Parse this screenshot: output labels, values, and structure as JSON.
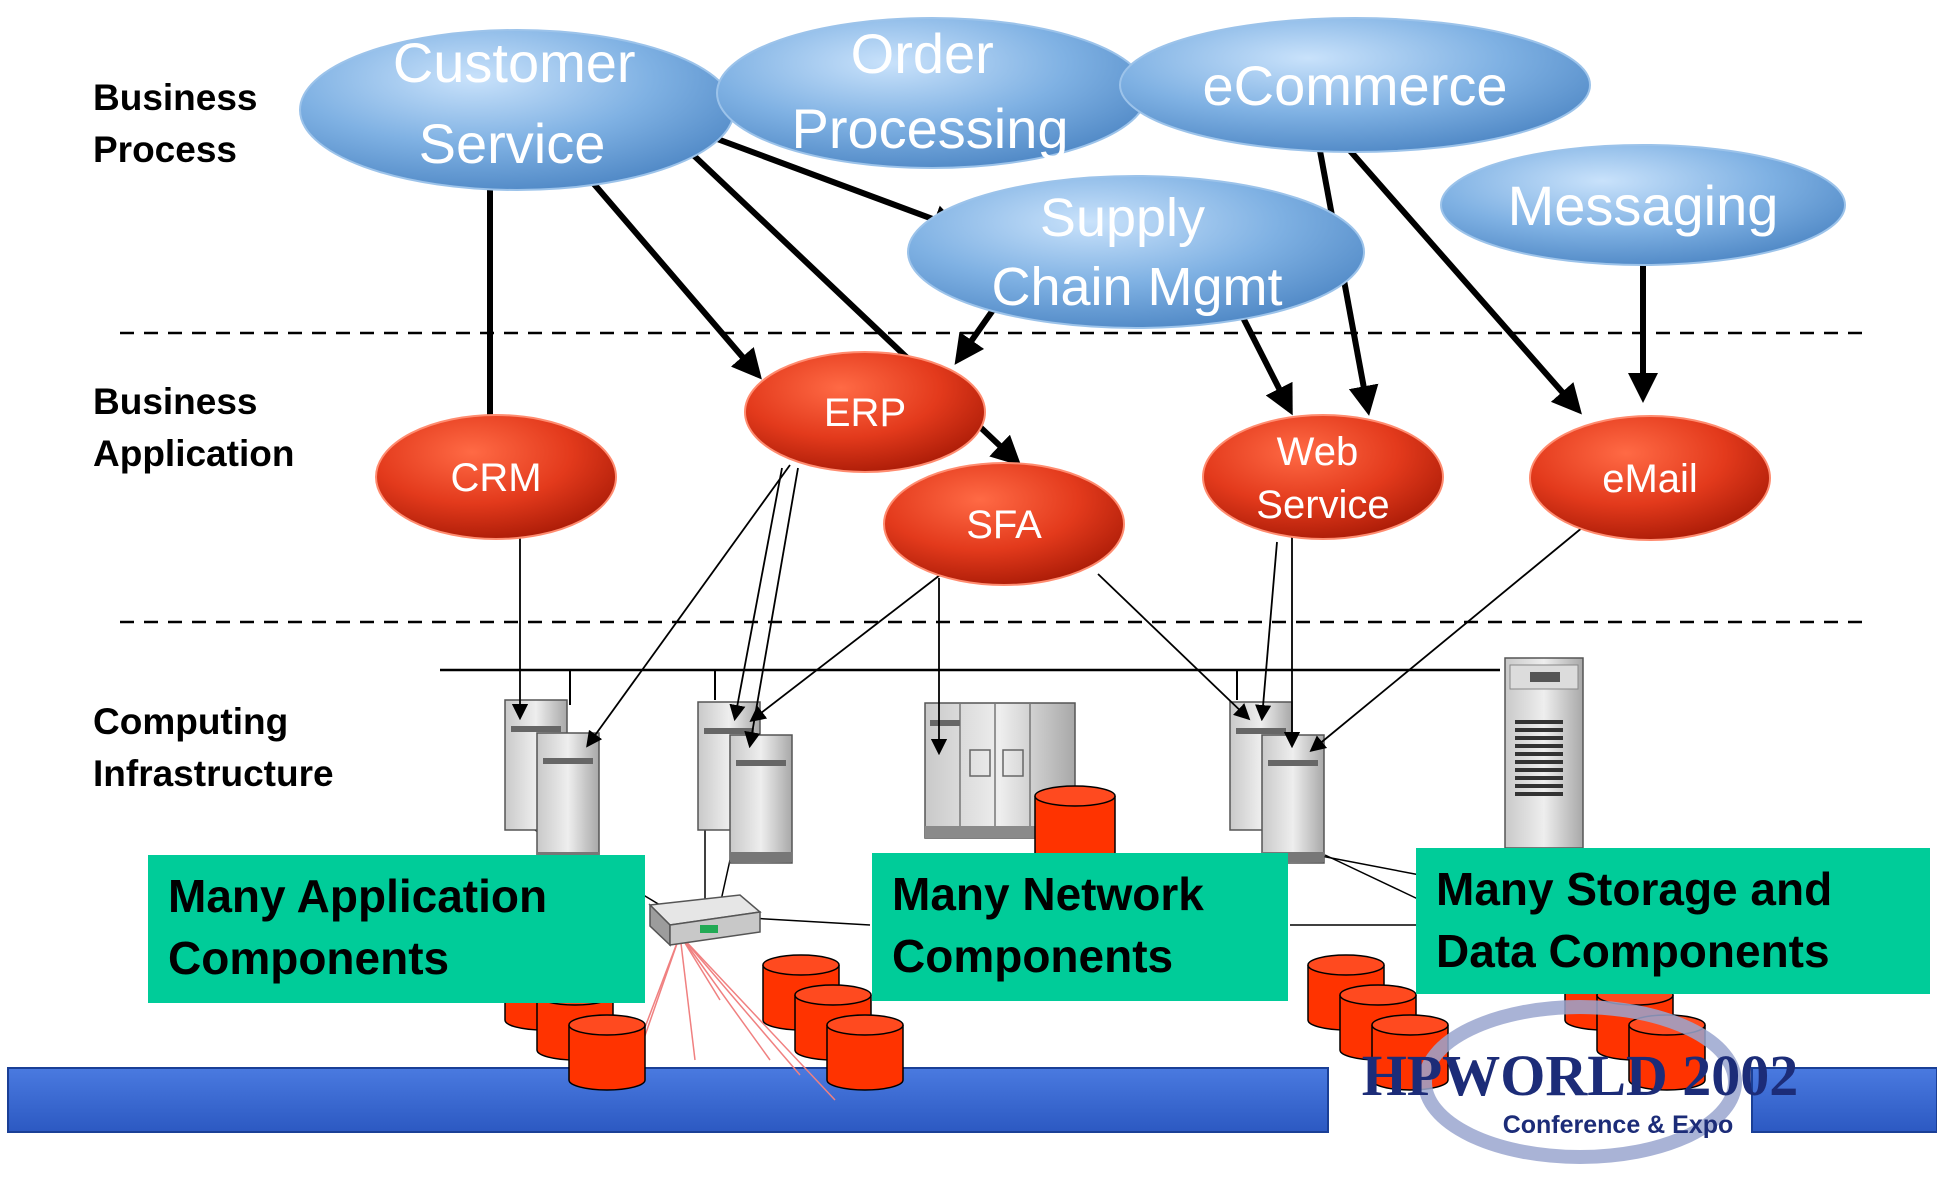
{
  "layers": {
    "business_process": "Business\nProcess",
    "business_application": "Business\nApplication",
    "computing_infrastructure": "Computing\nInfrastructure"
  },
  "processes": {
    "customer_service": [
      "Customer",
      "Service"
    ],
    "order_processing": [
      "Order",
      "Processing"
    ],
    "ecommerce": [
      "eCommerce"
    ],
    "supply_chain": [
      "Supply",
      "Chain Mgmt"
    ],
    "messaging": [
      "Messaging"
    ]
  },
  "applications": {
    "crm": [
      "CRM"
    ],
    "erp": [
      "ERP"
    ],
    "sfa": [
      "SFA"
    ],
    "web_service": [
      "Web",
      "Service"
    ],
    "email": [
      "eMail"
    ]
  },
  "callouts": {
    "application": "Many Application\nComponents",
    "network": "Many Network\nComponents",
    "storage": "Many Storage and\nData Components"
  },
  "logo": {
    "main": "HPWORLD 2002",
    "sub": "Conference & Expo"
  },
  "colors": {
    "process_blue": "#7fb1e3",
    "application_red": "#e33a1c",
    "callout_green": "#00cc99",
    "footer_bar": "#3366cc"
  }
}
